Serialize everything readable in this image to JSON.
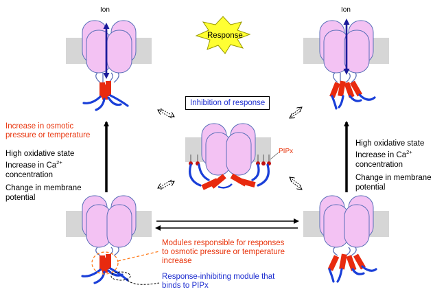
{
  "labels": {
    "ion_left": "Ion",
    "ion_right": "Ion",
    "response": "Response",
    "inhibition": "Inhibition of response",
    "pipx": "PIPx"
  },
  "left_stimuli": {
    "red_line1": "Increase in osmotic",
    "red_line2": "pressure or temperature",
    "line1": "High oxidative state",
    "ca_pre": "Increase in Ca",
    "ca_sup": "2+",
    "line3": "concentration",
    "line4": "Change in membrane",
    "line5": "potential"
  },
  "right_stimuli": {
    "line1": "High oxidative state",
    "ca_pre": "Increase in Ca",
    "ca_sup": "2+",
    "line3": "concentration",
    "line4": "Change in membrane",
    "line5": "potential"
  },
  "legend": {
    "modules_red_1": "Modules responsible for responses",
    "modules_red_2": "to osmotic pressure or temperature",
    "modules_red_3": "increase",
    "inhib_blue_1": "Response-inhibiting module that",
    "inhib_blue_2": "binds to PIPx"
  },
  "colors": {
    "subunit_fill": "#f3c2f3",
    "subunit_stroke": "#5a6fb8",
    "membrane": "#d6d6d6",
    "helix": "#e82a0f",
    "tail": "#1a3fd8",
    "ion_arrow": "#1a1a9a",
    "burst_fill": "#ffff33",
    "burst_stroke": "#999900",
    "lipid": "#c01010",
    "orange_dashed": "#ff7a1a"
  }
}
